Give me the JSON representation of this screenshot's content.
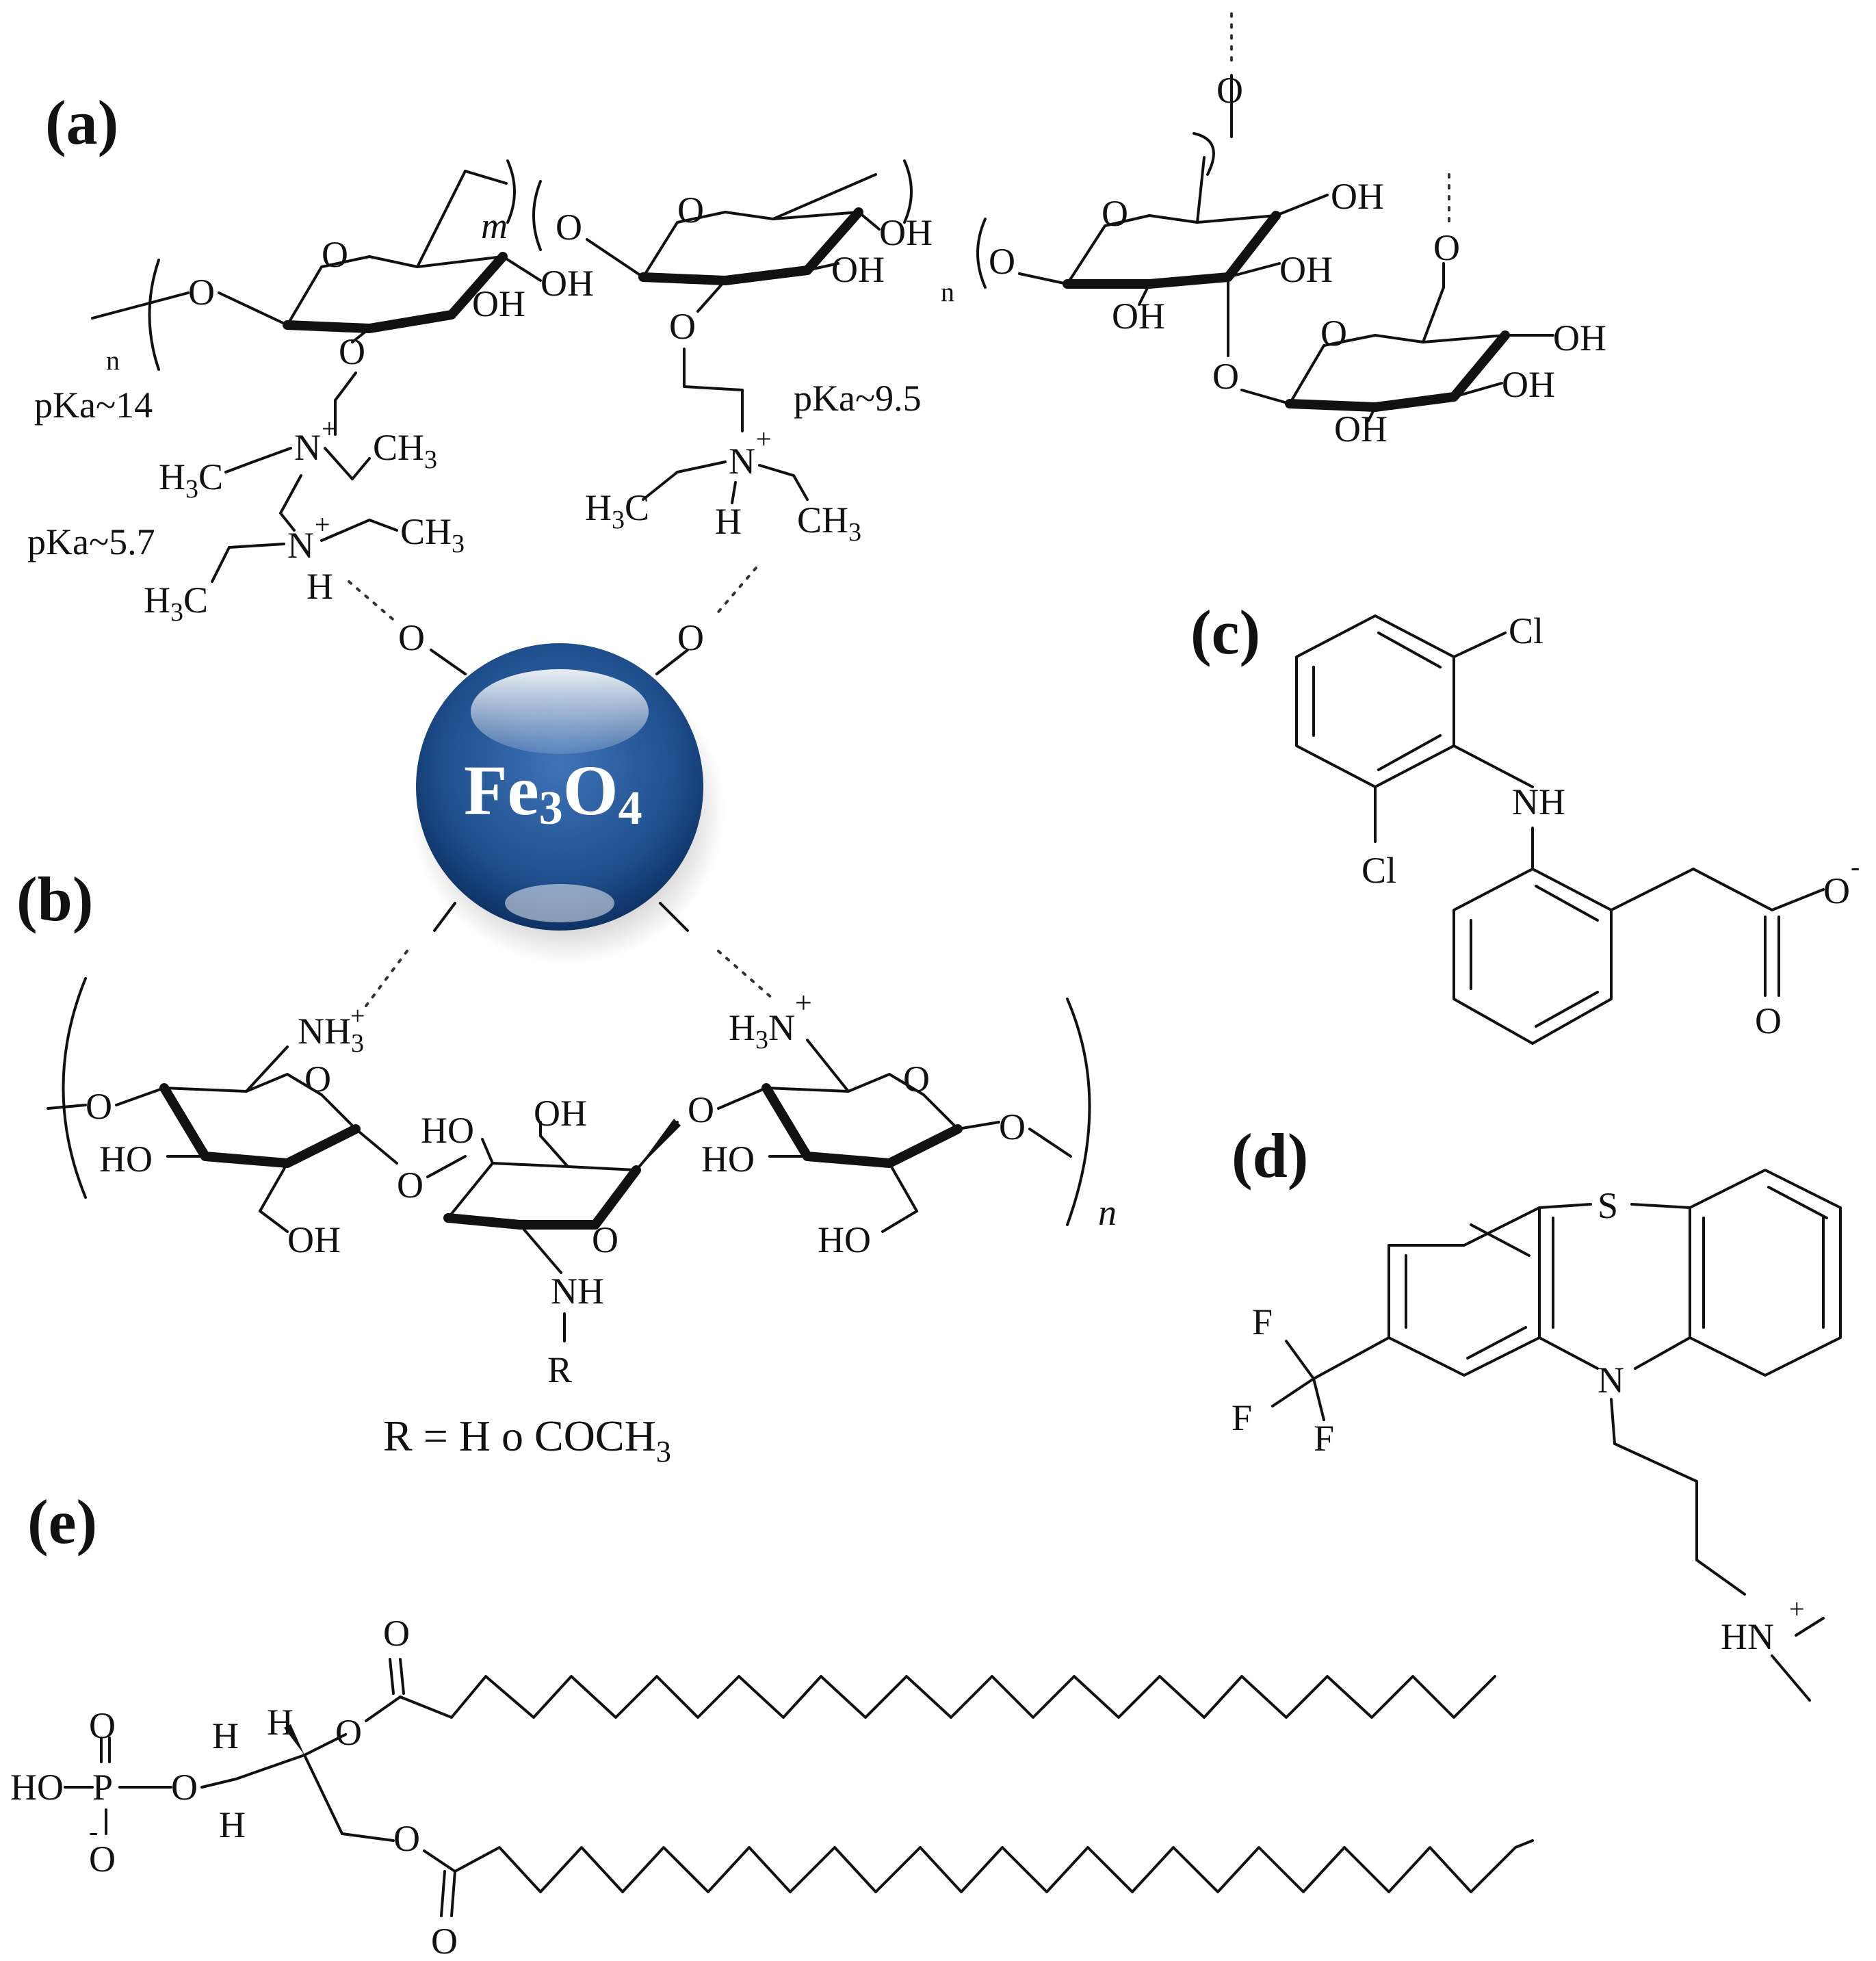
{
  "panels": {
    "a": "(a)",
    "b": "(b)",
    "c": "(c)",
    "d": "(d)",
    "e": "(e)"
  },
  "nanoparticle": {
    "label_main": "Fe",
    "label_sub1": "3",
    "label_mid": "O",
    "label_sub2": "4",
    "color": "#1e4e8c"
  },
  "panel_a": {
    "pka_1": "pKa~14",
    "pka_2": "pKa~5.7",
    "pka_3": "pKa~9.5",
    "repeat_n_left": "n",
    "repeat_m": "m",
    "repeat_n_mid": "n"
  },
  "panel_b": {
    "r_definition": "R = H o COCH",
    "r_definition_sub": "3",
    "repeat_n": "n"
  },
  "atoms": {
    "O": "O",
    "OH": "OH",
    "HO": "HO",
    "N": "N",
    "H": "H",
    "NH": "NH",
    "HN": "HN",
    "Cl": "Cl",
    "S": "S",
    "F": "F",
    "P": "P",
    "R": "R",
    "CH3": "CH",
    "H3C": "H",
    "sub3": "3",
    "plus": "+",
    "minus": "-"
  }
}
